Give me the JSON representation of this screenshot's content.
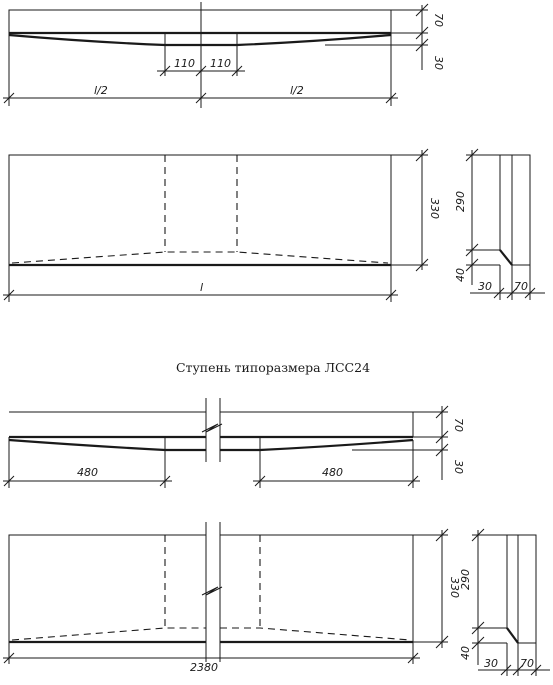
{
  "caption": "Ступень типоразмера ЛСС24",
  "top_section": {
    "side_view": {
      "thickness": "70",
      "nosing": "30",
      "support_left": "110",
      "support_right": "110",
      "half_left": "l/2",
      "half_right": "l/2"
    },
    "plan_view": {
      "width": "330",
      "length": "l"
    },
    "cross_section": {
      "height": "290",
      "bottom": "40",
      "nosing": "30",
      "thickness": "70"
    }
  },
  "bottom_section": {
    "side_view": {
      "thickness": "70",
      "nosing": "30",
      "end_left": "480",
      "end_right": "480"
    },
    "plan_view": {
      "width": "330",
      "length": "2380"
    },
    "cross_section": {
      "height": "290",
      "bottom": "40",
      "nosing": "30",
      "thickness": "70"
    }
  }
}
